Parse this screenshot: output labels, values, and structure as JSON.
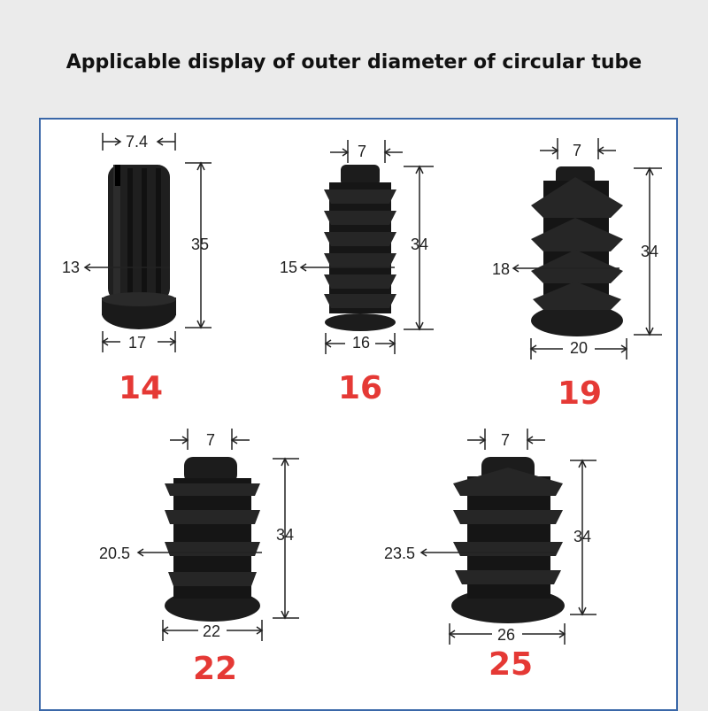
{
  "title": "Applicable display of outer diameter of circular tube",
  "colors": {
    "accent": "#e53935",
    "border": "#3a67a8",
    "product": "#1a1a1a"
  },
  "items": [
    {
      "size": "14",
      "top_dim": "7.4",
      "height_dim": "35",
      "mid_dim": "13",
      "base_dim": "17"
    },
    {
      "size": "16",
      "top_dim": "7",
      "height_dim": "34",
      "mid_dim": "15",
      "base_dim": "16"
    },
    {
      "size": "19",
      "top_dim": "7",
      "height_dim": "34",
      "mid_dim": "18",
      "base_dim": "20"
    },
    {
      "size": "22",
      "top_dim": "7",
      "height_dim": "34",
      "mid_dim": "20.5",
      "base_dim": "22"
    },
    {
      "size": "25",
      "top_dim": "7",
      "height_dim": "34",
      "mid_dim": "23.5",
      "base_dim": "26"
    }
  ]
}
